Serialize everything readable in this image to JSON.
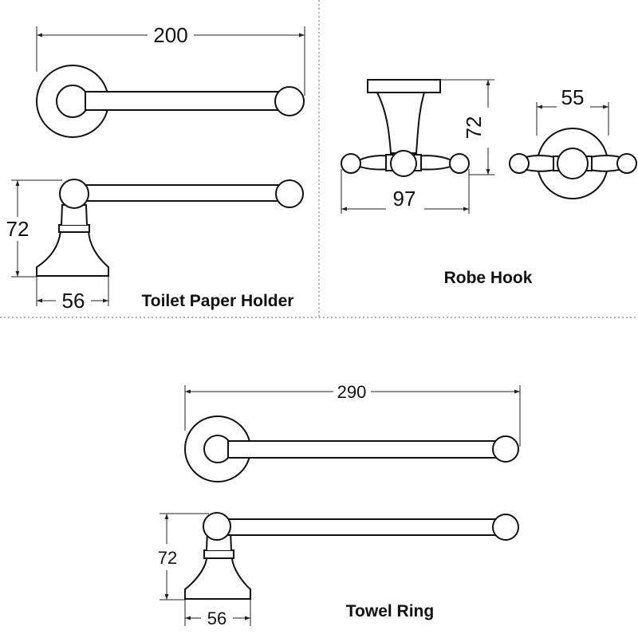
{
  "toilet_paper_holder": {
    "label": "Toilet Paper Holder",
    "width": "200",
    "height": "72",
    "base": "56"
  },
  "robe_hook": {
    "label": "Robe Hook",
    "height": "72",
    "width": "97",
    "plate": "55"
  },
  "towel_ring": {
    "label": "Towel Ring",
    "width": "290",
    "height": "72",
    "base": "56"
  }
}
